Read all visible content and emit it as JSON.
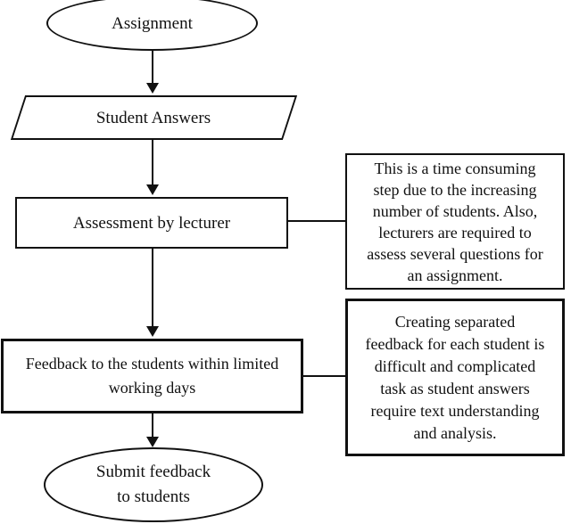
{
  "diagram": {
    "nodes": [
      {
        "shape": "ellipse",
        "role": "start",
        "label": "Assignment"
      },
      {
        "shape": "parallelogram",
        "role": "input",
        "label": "Student Answers"
      },
      {
        "shape": "rectangle",
        "role": "process",
        "label": "Assessment by lecturer"
      },
      {
        "shape": "rectangle",
        "role": "process",
        "label": "Feedback to the students within limited\nworking days"
      },
      {
        "shape": "ellipse",
        "role": "end",
        "label": "Submit feedback\nto students"
      }
    ],
    "annotations": [
      {
        "attached_to": "Assessment by lecturer",
        "text": "This is a time consuming\nstep due to the increasing\nnumber of students. Also,\nlecturers are required to\nassess several questions for\nan assignment."
      },
      {
        "attached_to": "Feedback to the students within limited working days",
        "text": "Creating separated\nfeedback for each student is\ndifficult and complicated\ntask as student answers\nrequire text understanding\nand analysis."
      }
    ],
    "colors": {
      "stroke": "#111111",
      "text": "#111111",
      "background": "#ffffff"
    }
  }
}
